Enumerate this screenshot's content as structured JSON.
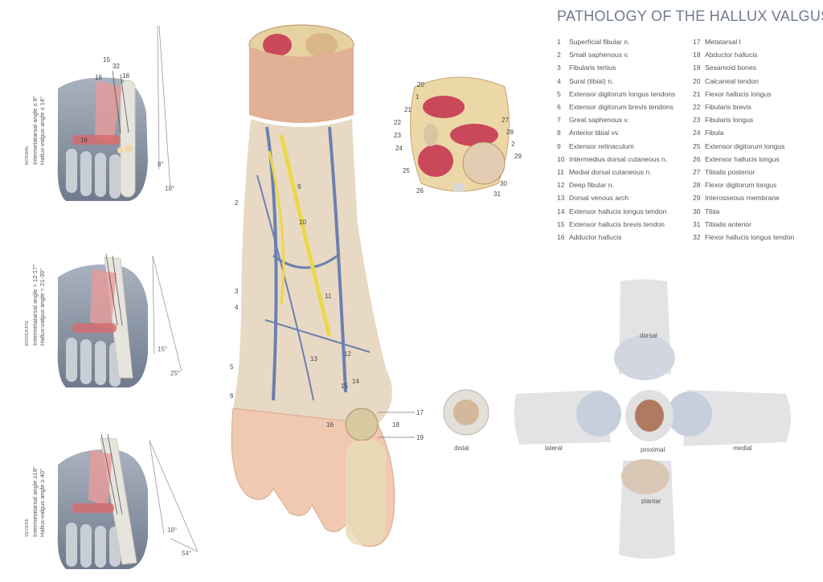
{
  "title": "PATHOLOGY OF THE HALLUX VALGUS",
  "legend_col1": [
    {
      "n": "1",
      "label": "Superficial fibular n."
    },
    {
      "n": "2",
      "label": "Small saphenous v."
    },
    {
      "n": "3",
      "label": "Fibularis tertius"
    },
    {
      "n": "4",
      "label": "Sural (tibial) n."
    },
    {
      "n": "5",
      "label": "Extensor digitorum longus tendons"
    },
    {
      "n": "6",
      "label": "Extensor digitorum brevis tendons"
    },
    {
      "n": "7",
      "label": "Great saphenous v."
    },
    {
      "n": "8",
      "label": "Anterior tibial vv."
    },
    {
      "n": "9",
      "label": "Extensor retinaculum"
    },
    {
      "n": "10",
      "label": "Intermedius dorsal cutaneous n."
    },
    {
      "n": "11",
      "label": "Medial dorsal cutaneous n."
    },
    {
      "n": "12",
      "label": "Deep fibular n."
    },
    {
      "n": "13",
      "label": "Dorsal venous arch"
    },
    {
      "n": "14",
      "label": "Extensor hallucis longus tendon"
    },
    {
      "n": "15",
      "label": "Extensor hallucis brevis tendon"
    },
    {
      "n": "16",
      "label": "Adductor hallucis"
    }
  ],
  "legend_col2": [
    {
      "n": "17",
      "label": "Metatarsal I"
    },
    {
      "n": "18",
      "label": "Abductor hallucis"
    },
    {
      "n": "19",
      "label": "Sesamoid bones"
    },
    {
      "n": "20",
      "label": "Calcaneal tendon"
    },
    {
      "n": "21",
      "label": "Flexor hallucis longus"
    },
    {
      "n": "22",
      "label": "Fibularis brevis"
    },
    {
      "n": "23",
      "label": "Fibularis longus"
    },
    {
      "n": "24",
      "label": "Fibula"
    },
    {
      "n": "25",
      "label": "Extensor digitorum longus"
    },
    {
      "n": "26",
      "label": "Extensor hallucis longus"
    },
    {
      "n": "27",
      "label": "Tibialis posterior"
    },
    {
      "n": "28",
      "label": "Flexor digitorum longus"
    },
    {
      "n": "29",
      "label": "Interosseous membrane"
    },
    {
      "n": "30",
      "label": "Tibia"
    },
    {
      "n": "31",
      "label": "Tibialis anterior"
    },
    {
      "n": "32",
      "label": "Flexor hallucis longus tendon"
    }
  ],
  "stages": [
    {
      "severity": "NORMAL",
      "line1": "Intermetatarsal angle ≤ 8°",
      "line2": "Hallux-valgus angle ≤ 14°",
      "angle1": "8°",
      "angle2": "10°"
    },
    {
      "severity": "MODERATE",
      "line1": "Intermetatarsal angle = 12-17°",
      "line2": "Hallux-valgus angle = 21-39°",
      "angle1": "15°",
      "angle2": "25°"
    },
    {
      "severity": "SEVERE",
      "line1": "Intermetatarsal angle ≥18°",
      "line2": "Hallux-valgus angle ≥ 40°",
      "angle1": "18°",
      "angle2": "54°"
    }
  ],
  "normal_foot_labels": {
    "a": "15",
    "b": "32",
    "c": "16",
    "d": "18",
    "e": "16"
  },
  "foot_callouts": [
    "2",
    "3",
    "4",
    "5",
    "6",
    "9",
    "10",
    "11",
    "12",
    "13",
    "14",
    "15",
    "16",
    "17",
    "18",
    "19"
  ],
  "section_callouts": [
    "20",
    "1",
    "21",
    "22",
    "23",
    "24",
    "25",
    "26",
    "27",
    "28",
    "2",
    "29",
    "30",
    "31"
  ],
  "views": {
    "distal": "distal",
    "dorsal": "dorsal",
    "lateral": "lateral",
    "proximal": "proximal",
    "medial": "medial",
    "plantar": "plantar"
  },
  "colors": {
    "title": "#6f7a8c",
    "skin": "#f1c8b0",
    "muscle": "#c9485a",
    "bone": "#e6dcc0",
    "vein": "#6c7fb0",
    "nerve": "#e9d84a",
    "xray": "#8a95a6"
  }
}
